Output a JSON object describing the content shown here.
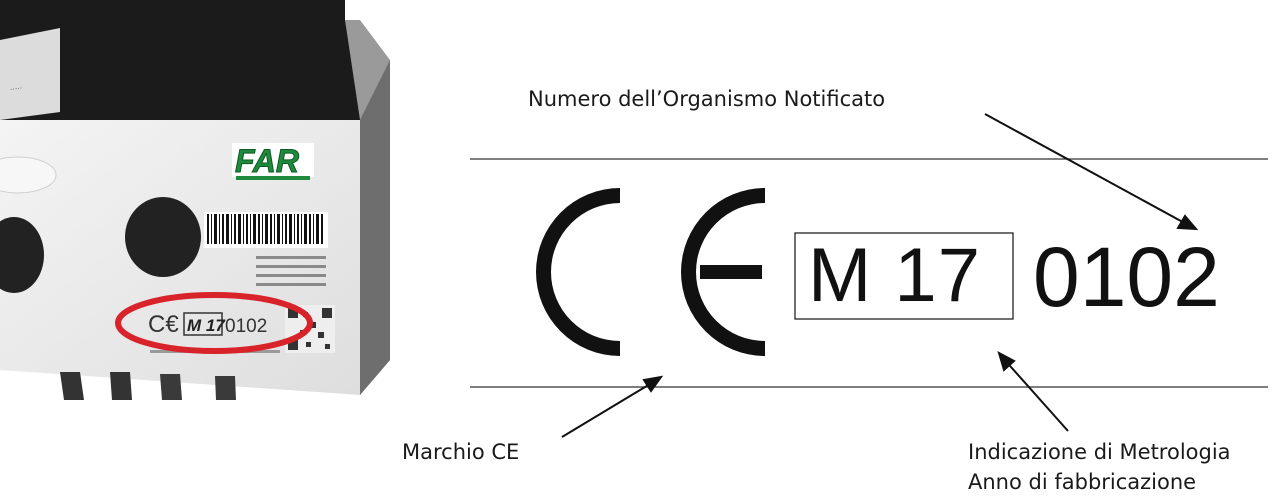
{
  "photo": {
    "brand_logo": "FAR",
    "marking_text": "M 17",
    "marking_number": "0102",
    "highlight_color": "#d8232a"
  },
  "marking": {
    "metrology_text": "M 17",
    "notified_body_number": "0102"
  },
  "labels": {
    "notified_body": "Numero dell’Organismo Notificato",
    "ce_mark": "Marchio CE",
    "metrology_line1": "Indicazione di Metrologia",
    "metrology_line2": "Anno di fabbricazione"
  }
}
